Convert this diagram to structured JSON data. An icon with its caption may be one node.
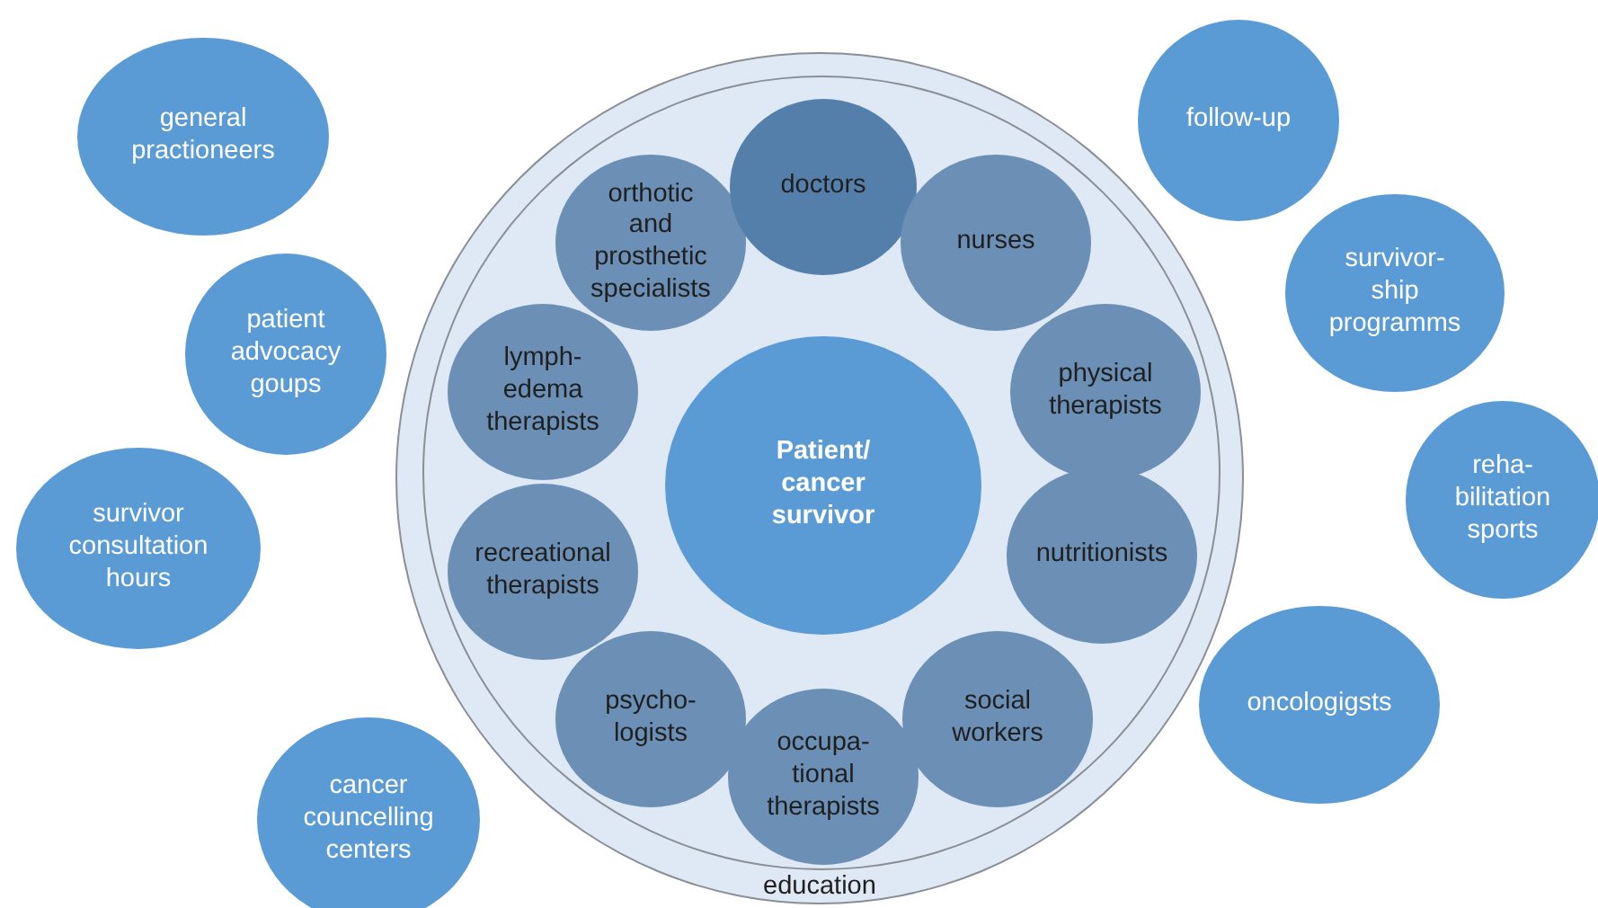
{
  "diagram": {
    "nodes": [
      {
        "text": [
          "general practioneers"
        ]
      },
      {
        "text": [
          "patient advocacy goups"
        ]
      },
      {
        "text": [
          "survivor consultation hours"
        ]
      },
      {
        "text": [
          "cancer councelling centers"
        ]
      },
      {
        "text": [
          "education"
        ]
      },
      {
        "text": [],
        "shape": "circle",
        "in": 4
      },
      {
        "text": [
          "orthotic and prosthetic specialists"
        ],
        "in": 5
      },
      {
        "text": [
          "doctors"
        ],
        "in": 5
      },
      {
        "text": [
          "nurses"
        ],
        "in": 5
      },
      {
        "text": [
          "lymph- edema therapists"
        ],
        "in": 5
      },
      {
        "text": [
          "Patient/ cancer survivor"
        ],
        "in": 5
      },
      {
        "text": [
          "physical therapists"
        ],
        "in": 5
      },
      {
        "text": [
          "recreational therapists"
        ],
        "in": 5
      },
      {
        "text": [
          "nutritionists"
        ],
        "in": 5
      },
      {
        "text": [
          "psycho- logists"
        ],
        "in": 5
      },
      {
        "text": [
          "social workers"
        ],
        "in": 5
      },
      {
        "text": [
          "occupa- tional therapists"
        ],
        "in": 5
      },
      {
        "text": [
          "follow-up"
        ]
      },
      {
        "text": [
          "survivor- ship programms"
        ]
      },
      {
        "text": [
          "reha- bilitation sports"
        ]
      },
      {
        "text": [
          "oncologigsts"
        ]
      }
    ]
  }
}
